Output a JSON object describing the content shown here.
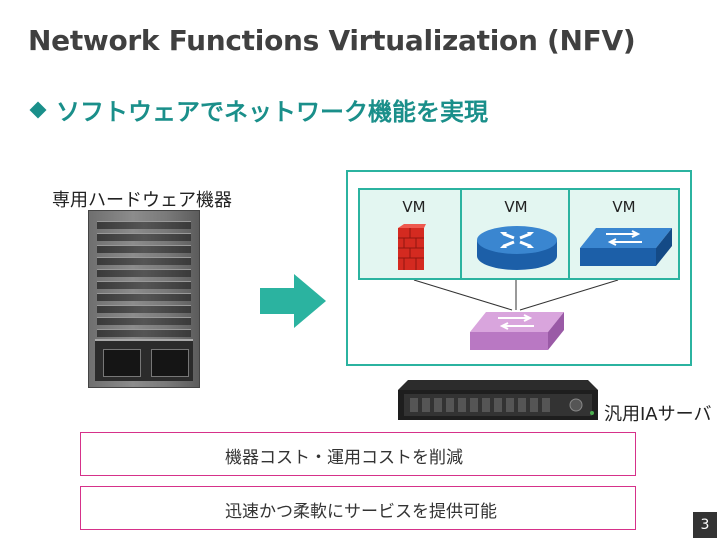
{
  "slide": {
    "title": "Network Functions Virtualization (NFV)",
    "bullet": "ソフトウェアでネットワーク機能を実現",
    "hardware_label": "専用ハードウェア機器",
    "vm_labels": [
      "VM",
      "VM",
      "VM"
    ],
    "server_label": "汎用IAサーバ",
    "benefits": [
      "機器コスト・運用コストを削減",
      "迅速かつ柔軟にサービスを提供可能"
    ],
    "page_number": "3"
  },
  "colors": {
    "accent": "#1a8f8a",
    "vm_border": "#2bb3a0",
    "vm_fill": "#e3f6f1",
    "benefit_border": "#d6318a",
    "arrow": "#2bb3a0"
  },
  "icons": [
    "diamond-bullet-icon",
    "hardware-device-icon",
    "right-arrow-icon",
    "firewall-icon",
    "router-icon",
    "switch-icon",
    "virtual-switch-icon",
    "server-icon"
  ]
}
